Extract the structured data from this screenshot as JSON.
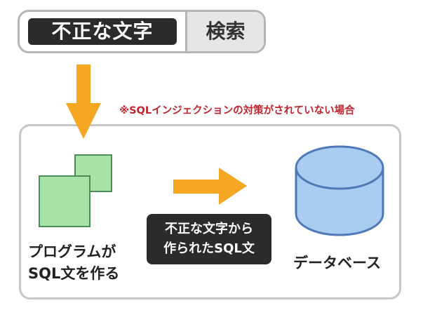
{
  "search": {
    "input_text": "不正な文字",
    "button_label": "検索"
  },
  "note": "※SQLインジェクションの対策がされていない場合",
  "program": {
    "line1": "プログラムが",
    "line2": "SQL文を作る"
  },
  "transfer": {
    "line1": "不正な文字から",
    "line2": "作られたSQL文"
  },
  "database": {
    "label": "データベース"
  },
  "colors": {
    "arrow": "#f5a623",
    "document_fill": "#a9e3a8",
    "document_stroke": "#4a8d56",
    "db_fill": "#a9cdf0",
    "db_stroke": "#4f79b6",
    "note_text": "#c0242d",
    "dark_label": "#2b2b2b"
  }
}
